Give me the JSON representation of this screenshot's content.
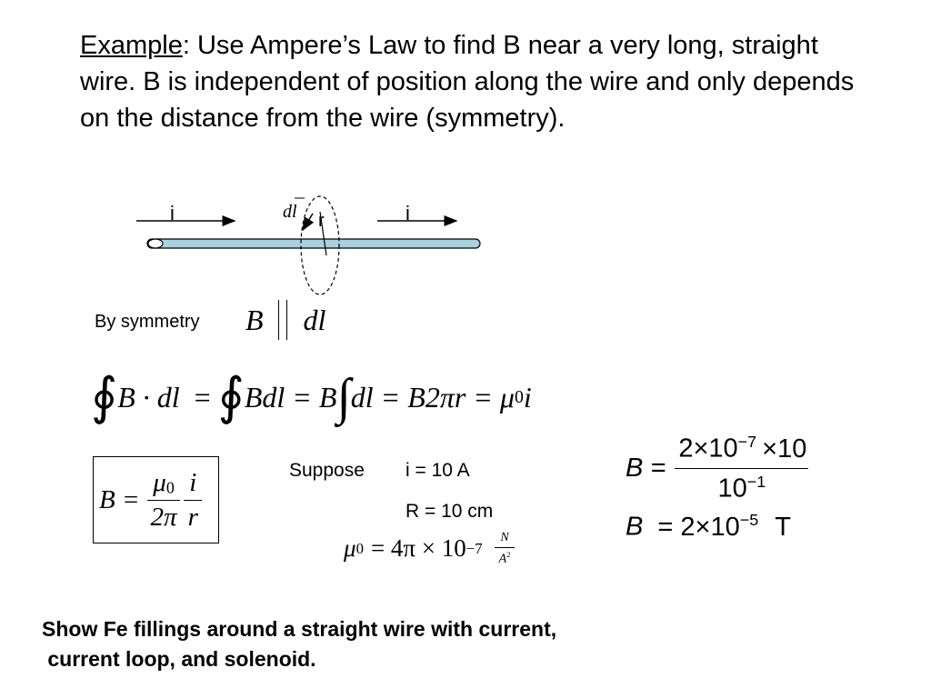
{
  "intro": {
    "example_label": "Example",
    "text": ":  Use Ampere’s Law to find B near a very long, straight wire. B is independent of position along the wire and only depends on the distance from the wire (symmetry)."
  },
  "figure": {
    "current_left_label": "i",
    "current_right_label": "i",
    "dl_label": "dl",
    "radius_label": "r"
  },
  "symmetry": {
    "label": "By symmetry",
    "B": "B",
    "dl": "dl"
  },
  "ampere_equation": {
    "part1": "B · dl",
    "eq1": "=",
    "part2": "Bdl",
    "eq2": "= B",
    "part3": "dl = B2πr = μ",
    "mu_sub": "0",
    "current": "i"
  },
  "boxed_result": {
    "lhs": "B =",
    "num1": "μ",
    "num1_sub": "0",
    "den1": "2π",
    "num2": "i",
    "den2": "r"
  },
  "suppose": {
    "label": "Suppose",
    "current": "i = 10 A",
    "radius": "R = 10 cm"
  },
  "mu0": {
    "mu": "μ",
    "mu_sub": "0",
    "value": "= 4π × 10",
    "exp": "−7",
    "unit_num": "N",
    "unit_den": "A",
    "unit_den_exp": "2"
  },
  "calculation": {
    "line1_lhs": "B =",
    "num_a": "2×10",
    "num_a_exp": "−7",
    "num_b": "×10",
    "den": "10",
    "den_exp": "−1",
    "line2_lhs": "B",
    "line2_eq": "= 2×10",
    "line2_exp": "−5",
    "line2_unit": "T"
  },
  "footer": {
    "line1": "Show Fe fillings around a straight wire with current,",
    "line2": " current loop, and solenoid."
  }
}
